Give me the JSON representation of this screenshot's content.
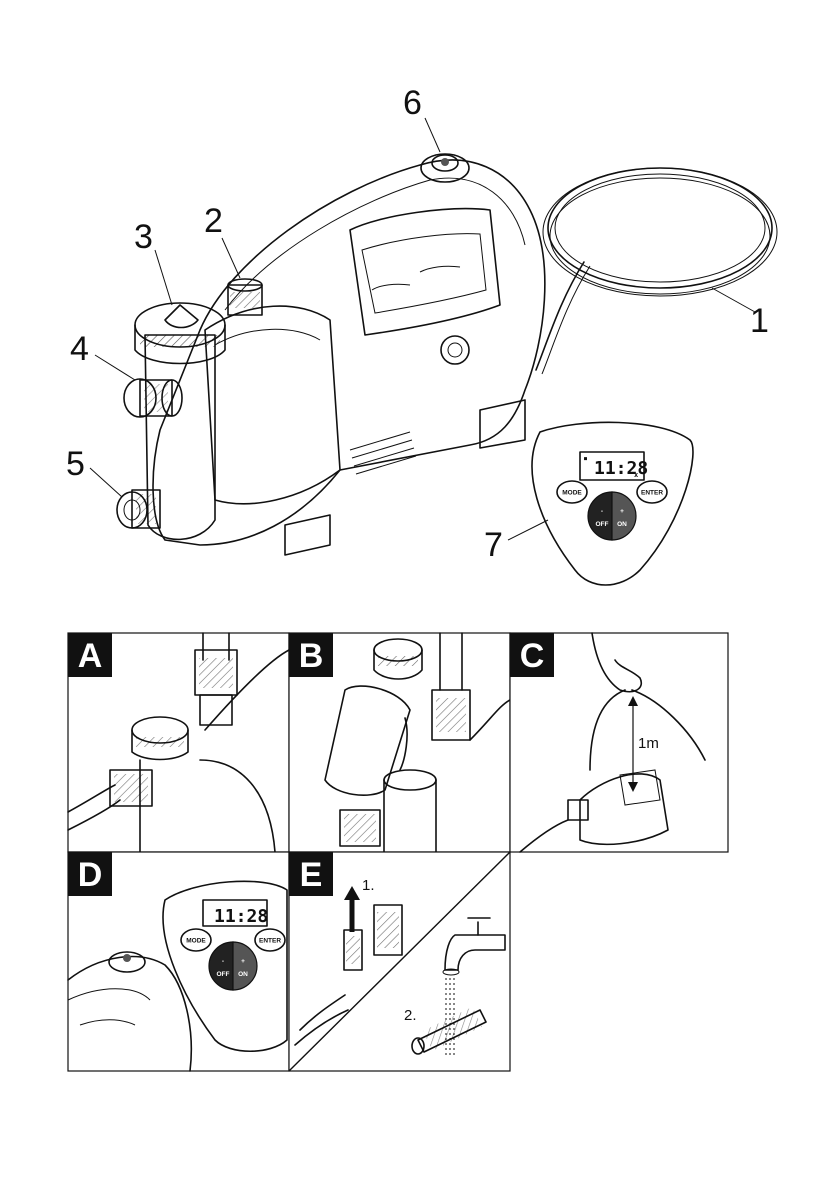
{
  "callouts": [
    "1",
    "2",
    "3",
    "4",
    "5",
    "6",
    "7"
  ],
  "panels": [
    {
      "letter": "A"
    },
    {
      "letter": "B"
    },
    {
      "letter": "C",
      "height_label": "1m"
    },
    {
      "letter": "D"
    },
    {
      "letter": "E",
      "step1": "1.",
      "step2": "2."
    }
  ],
  "control_panel": {
    "display": "11:28",
    "mode": "MODE",
    "enter": "ENTER",
    "minus": "-",
    "off": "OFF",
    "plus": "+",
    "on": "ON"
  }
}
